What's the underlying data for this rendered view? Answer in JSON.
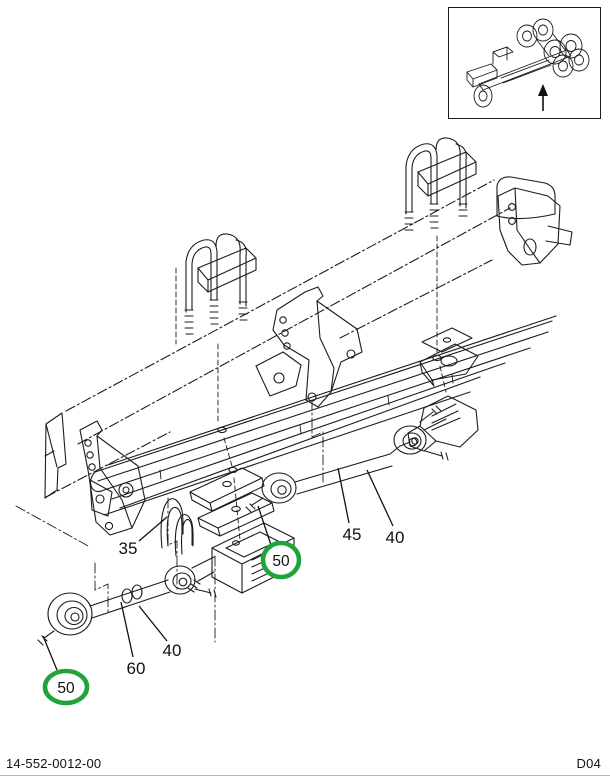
{
  "footer": {
    "doc_number": "14-552-0012-00",
    "page_code": "D04"
  },
  "inset": {
    "name": "vehicle-location-thumbnail",
    "arrow_direction": "up"
  },
  "diagram": {
    "type": "exploded-parts-diagram",
    "subject": "rear tandem suspension: leaf spring pack, U-bolts, hanger brackets, spring seats, torque rods",
    "line_color": "#1c1c1c",
    "highlight_color": "#1FA43B",
    "callouts": [
      {
        "id": "callout-35",
        "label": "35",
        "circled": false
      },
      {
        "id": "callout-45",
        "label": "45",
        "circled": false
      },
      {
        "id": "callout-40-right",
        "label": "40",
        "circled": false
      },
      {
        "id": "callout-50-right",
        "label": "50",
        "circled": true
      },
      {
        "id": "callout-60",
        "label": "60",
        "circled": false
      },
      {
        "id": "callout-40-left",
        "label": "40",
        "circled": false
      },
      {
        "id": "callout-50-left",
        "label": "50",
        "circled": true
      }
    ]
  }
}
